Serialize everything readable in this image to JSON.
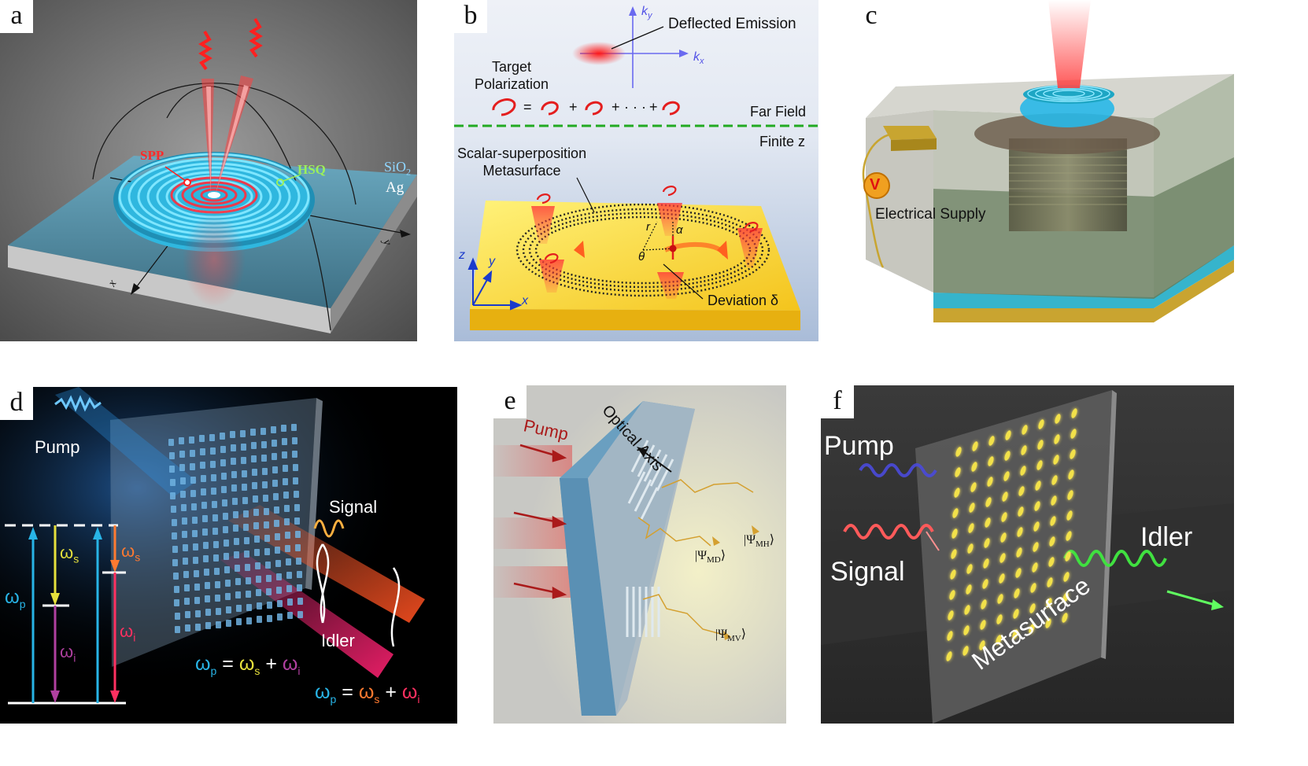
{
  "panels": {
    "a": {
      "label": "a",
      "spp": "SPP",
      "hsq": "HSQ",
      "sio2": "SiO",
      "sio2_sub": "2",
      "ag": "Ag",
      "axis_x": "x",
      "axis_y": "y"
    },
    "b": {
      "label": "b",
      "ky": "k",
      "ky_sub": "y",
      "kx": "k",
      "kx_sub": "x",
      "deflected": "Deflected Emission",
      "target_line1": "Target",
      "target_line2": "Polarization",
      "equation_ops": [
        "=",
        "+",
        "+",
        "· · ·",
        "+"
      ],
      "far_field": "Far Field",
      "finite_z": "Finite z",
      "meta_line1": "Scalar-superposition",
      "meta_line2": "Metasurface",
      "axis_z": "z",
      "axis_y": "y",
      "axis_x": "x",
      "r": "r",
      "alpha": "α",
      "theta": "θ",
      "deviation": "Deviation δ"
    },
    "c": {
      "label": "c",
      "v": "V",
      "supply": "Electrical Supply"
    },
    "d": {
      "label": "d",
      "pump": "Pump",
      "signal": "Signal",
      "idler": "Idler",
      "ws": "ω",
      "ws_sub": "s",
      "wp": "ω",
      "wp_sub": "p",
      "wi": "ω",
      "wi_sub": "i",
      "eq1": [
        "ω",
        "p",
        "= ",
        "ω",
        "s",
        "+ ",
        "ω",
        "i"
      ],
      "eq2": [
        "ω",
        "p",
        "= ",
        "ω",
        "s",
        "+ ",
        "ω",
        "i"
      ]
    },
    "e": {
      "label": "e",
      "pump": "Pump",
      "optical_axis": "Optical Axis",
      "psi_md": "|Ψ",
      "psi_md_sub": "MD",
      "psi_mh": "|Ψ",
      "psi_mh_sub": "MH",
      "psi_mv": "|Ψ",
      "psi_mv_sub": "MV",
      "ket": "⟩"
    },
    "f": {
      "label": "f",
      "pump": "Pump",
      "signal": "Signal",
      "idler": "Idler",
      "metasurface": "Metasurface"
    }
  },
  "colors": {
    "sio2_text": "#8fd6ff",
    "hsq_text": "#9cf05a",
    "spp_text": "#ff2a2a",
    "far_field_line": "#22aa22",
    "wp": "#28b4e6",
    "ws": "#e6e03c",
    "wi": "#b040a0",
    "wi_red": "#ff3060",
    "ws_orange": "#ff7a30",
    "pump_e": "#aa1a1a"
  }
}
